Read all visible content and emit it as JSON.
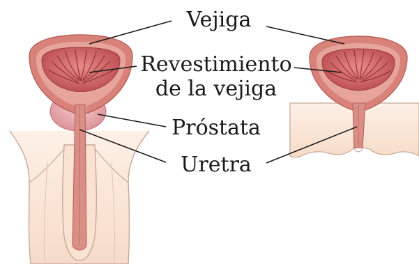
{
  "labels": {
    "bladder": "Vejiga",
    "bladder_lining_line1": "Revestimiento",
    "bladder_lining_line2": "de la vejiga",
    "prostate": "Próstata",
    "urethra": "Uretra"
  },
  "colors": {
    "skin": "#fbe6d6",
    "skin_outline": "#c7a896",
    "bladder_outer": "#d9827a",
    "bladder_wall": "#e7a49a",
    "bladder_lining": "#c9585c",
    "lining_folds": "#8e2f34",
    "prostate": "#e9aab0",
    "urethra": "#d98f86",
    "text": "#1a1a1a"
  }
}
